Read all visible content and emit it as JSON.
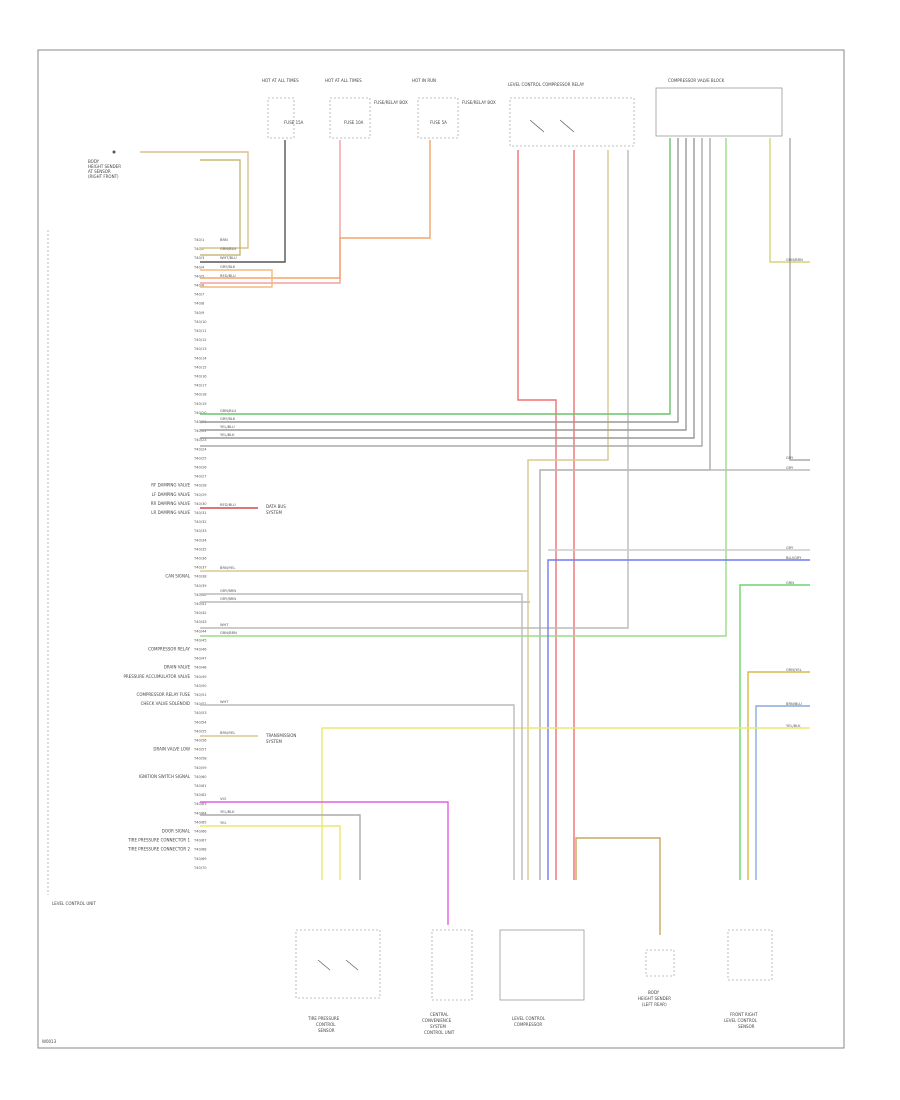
{
  "module": {
    "name": "LEVEL CONTROL UNIT",
    "pins": [
      "T40/1",
      "T40/2",
      "T40/3",
      "T40/4",
      "T40/5",
      "T40/6",
      "T40/7",
      "T40/8",
      "T40/9",
      "T40/10",
      "T40/11",
      "T40/12",
      "T40/13",
      "T40/14",
      "T40/15",
      "T40/16",
      "T40/17",
      "T40/18",
      "T40/19",
      "T40/20",
      "T40/21",
      "T40/22",
      "T40/23",
      "T40/24",
      "T40/25",
      "T40/26",
      "T40/27",
      "T40/28",
      "T40/29",
      "T40/30",
      "T40/31",
      "T40/32",
      "T40/33",
      "T40/34",
      "T40/35",
      "T40/36",
      "T40/37",
      "T40/38",
      "T40/39",
      "T40/40",
      "T40/41",
      "T40/42",
      "T40/43",
      "T40/44",
      "T40/45",
      "T40/46",
      "T40/47",
      "T40/48",
      "T40/49",
      "T40/50",
      "T40/51",
      "T40/52",
      "T40/53",
      "T40/54",
      "T40/55",
      "T40/56",
      "T40/57",
      "T40/58",
      "T40/59",
      "T40/60",
      "T40/61",
      "T40/62",
      "T40/63",
      "T40/64",
      "T40/65",
      "T40/66",
      "T40/67",
      "T40/68",
      "T40/69",
      "T40/70"
    ],
    "pin_labels": [
      {
        "pin": 28,
        "text": "RF DAMPING VALVE"
      },
      {
        "pin": 29,
        "text": "LF DAMPING VALVE"
      },
      {
        "pin": 30,
        "text": "RR DAMPING VALVE"
      },
      {
        "pin": 31,
        "text": "LR DAMPING VALVE"
      },
      {
        "pin": 38,
        "text": "CAN SIGNAL"
      },
      {
        "pin": 46,
        "text": "COMPRESSOR RELAY"
      },
      {
        "pin": 48,
        "text": "DRAIN VALVE"
      },
      {
        "pin": 49,
        "text": "PRESSURE ACCUMULATOR VALVE"
      },
      {
        "pin": 51,
        "text": "COMPRESSOR RELAY FUSE"
      },
      {
        "pin": 52,
        "text": "CHECK VALVE SOLENOID"
      },
      {
        "pin": 57,
        "text": "DRAIN VALVE LOW"
      },
      {
        "pin": 60,
        "text": "IGNITION SWITCH SIGNAL"
      },
      {
        "pin": 66,
        "text": "DOOR SIGNAL"
      },
      {
        "pin": 67,
        "text": "TIRE PRESSURE CONNECTOR 1"
      },
      {
        "pin": 68,
        "text": "TIRE PRESSURE CONNECTOR 2"
      }
    ]
  },
  "top_components": {
    "fuse1": {
      "title": "HOT AT ALL TIMES",
      "fuse": "FUSE 15A"
    },
    "fuse2": {
      "title": "HOT AT ALL TIMES",
      "fuse": "FUSE 10A"
    },
    "fuse2_box": "FUSE/RELAY BOX",
    "fuse3": {
      "title": "HOT IN RUN",
      "fuse": "FUSE 5A"
    },
    "fuse3_box": "FUSE/RELAY BOX",
    "relay": "LEVEL CONTROL COMPRESSOR RELAY",
    "valve_block": "COMPRESSOR VALVE BLOCK"
  },
  "left_sensor": [
    "BODY",
    "HEIGHT SENDER",
    "AT SENSOR",
    "(RIGHT FRONT)"
  ],
  "notes": {
    "can_system": [
      "DATA BUS",
      "SYSTEM"
    ],
    "trans_system": [
      "TRANSMISSION",
      "SYSTEM"
    ]
  },
  "bottom_components": {
    "level_sensor": [
      "TIRE PRESSURE",
      "CONTROL",
      "SENSOR"
    ],
    "control_module": [
      "CENTRAL",
      "CONVENIENCE",
      "SYSTEM",
      "CONTROL UNIT"
    ],
    "compressor": [
      "LEVEL CONTROL",
      "COMPRESSOR"
    ],
    "body_sender": [
      "BODY",
      "HEIGHT SENDER",
      "(LEFT REAR)"
    ],
    "height_sensor": [
      "FRONT RIGHT",
      "LEVEL CONTROL",
      "SENSOR"
    ]
  },
  "right_refs": [
    "GRN/BRN",
    "GRY",
    "GRY",
    "GRY",
    "BLU/GRY",
    "GRN",
    "GRN/YEL",
    "BRN/BLU",
    "YEL/BLK"
  ],
  "wire_labels": {
    "sensor": [
      "BRN",
      "GRN/BLU",
      "WHT/BLU",
      "GRY/BLK",
      "RED/BLU"
    ],
    "damping": [
      "GRN/BLU",
      "GRY/BLK",
      "YEL/BLU",
      "YEL/BLK"
    ],
    "can": "RED/BLU",
    "comp_relay": "BRN/YEL",
    "drain": [
      "GRY/BRN",
      "GRY/BRN"
    ],
    "fuse_relay": [
      "WHT",
      "GRN/BRN"
    ],
    "ign": "WHT",
    "trans": "BRN/YEL",
    "door": [
      "VIO",
      "YEL/BLK",
      "YEL"
    ]
  },
  "footer": "W0013"
}
